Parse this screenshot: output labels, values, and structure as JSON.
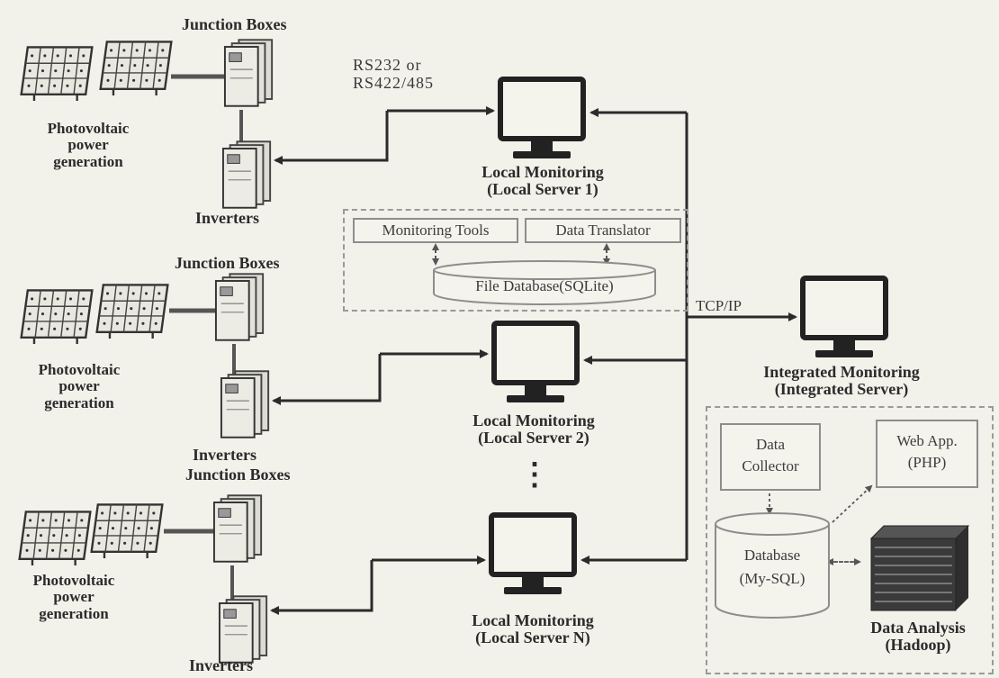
{
  "plants": [
    {
      "junction_label": "Junction Boxes",
      "pv_label": [
        "Photovoltaic",
        "power",
        "generation"
      ],
      "inverter_label": "Inverters"
    },
    {
      "junction_label": "Junction Boxes",
      "pv_label": [
        "Photovoltaic",
        "power",
        "generation"
      ],
      "inverter_label": "Inverters"
    },
    {
      "junction_label": "Junction Boxes",
      "pv_label": [
        "Photovoltaic",
        "power",
        "generation"
      ],
      "inverter_label": "Inverters"
    }
  ],
  "serial_link_label": [
    "RS232 or",
    "RS422/485"
  ],
  "tcp_label": "TCP/IP",
  "local_servers": [
    {
      "title": "Local Monitoring",
      "subtitle": "(Local Server 1)"
    },
    {
      "title": "Local Monitoring",
      "subtitle": "(Local Server 2)"
    },
    {
      "title": "Local Monitoring",
      "subtitle": "(Local Server N)"
    }
  ],
  "local_server_detail": {
    "monitoring_tools": "Monitoring Tools",
    "data_translator": "Data Translator",
    "file_database": "File Database(SQLite)"
  },
  "ellipsis": "⋮",
  "integrated": {
    "title": "Integrated Monitoring",
    "subtitle": "(Integrated Server)",
    "data_collector": [
      "Data",
      "Collector"
    ],
    "web_app": [
      "Web App.",
      "(PHP)"
    ],
    "database": [
      "Database",
      "(My-SQL)"
    ],
    "analysis": [
      "Data Analysis",
      "(Hadoop)"
    ]
  }
}
